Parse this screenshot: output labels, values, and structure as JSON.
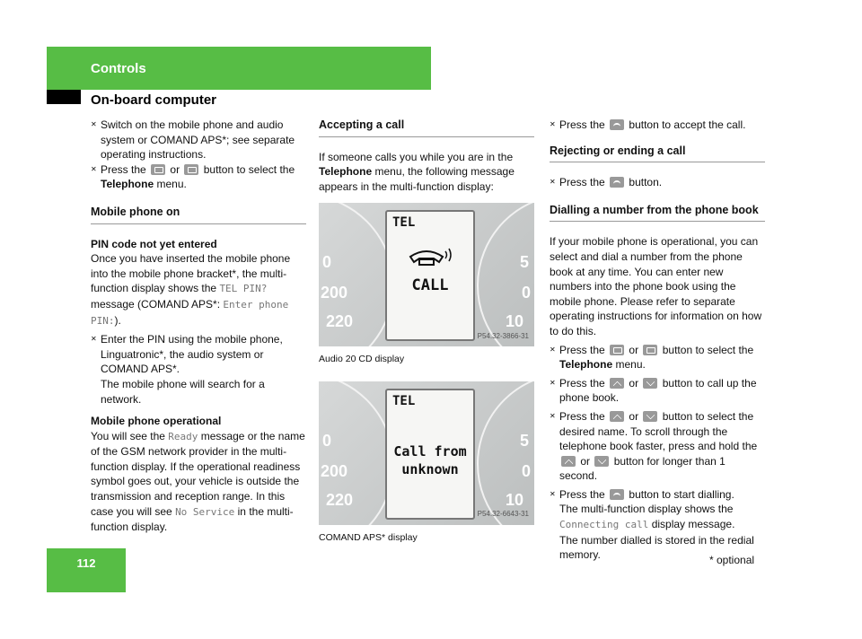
{
  "header": {
    "section": "Controls",
    "page_title": "On-board computer"
  },
  "footer": {
    "page_number": "112",
    "footnote": "* optional"
  },
  "col1": {
    "b1": "Switch on the mobile phone and audio system or COMAND APS*; see separate operating instructions.",
    "b2_pre": "Press the",
    "b2_or": "or",
    "b2_post": "button to select the",
    "b2_bold": "Telephone",
    "b2_end": "menu.",
    "h_mobile": "Mobile phone on",
    "s_pin": "PIN code not yet entered",
    "p_pin1": "Once you have inserted the mobile phone into the mobile phone bracket*, the multi-function display shows the",
    "p_pin_code": "TEL PIN?",
    "p_pin2": "message (COMAND APS*:",
    "p_pin_code2": "Enter phone PIN:",
    "p_pin3": ").",
    "b3": "Enter the PIN using the mobile phone, Linguatronic*, the audio system or COMAND APS*.",
    "b3_note": "The mobile phone will search for a network.",
    "s_op": "Mobile phone operational",
    "p_op1": "You will see the",
    "p_op_code": "Ready",
    "p_op2": "message or the name of the GSM network provider in the multi-function display. If the operational readiness symbol goes out, your vehicle is outside the transmission and reception range. In this case you will see",
    "p_op_code2": "No Service",
    "p_op3": "in the multi-function display."
  },
  "col2": {
    "h_accept": "Accepting a call",
    "p1": "If someone calls you while you are in the",
    "p1_bold": "Telephone",
    "p1_end": "menu, the following message appears in the multi-function display:",
    "img1": {
      "lcd_title": "TEL",
      "lcd_text": "CALL",
      "code": "P54.32-3866-31",
      "gauge_left": [
        "0",
        "200",
        "220"
      ],
      "gauge_right": [
        "5",
        "0",
        "10"
      ]
    },
    "cap1": "Audio 20 CD display",
    "img2": {
      "lcd_title": "TEL",
      "lcd_line1": "Call from",
      "lcd_line2": "unknown",
      "code": "P54.32-6643-31",
      "gauge_left": [
        "0",
        "200",
        "220"
      ],
      "gauge_right": [
        "5",
        "0",
        "10"
      ]
    },
    "cap2": "COMAND APS* display"
  },
  "col3": {
    "b1_pre": "Press the",
    "b1_post": "button to accept the call.",
    "h_reject": "Rejecting or ending a call",
    "b2_pre": "Press the",
    "b2_post": "button.",
    "h_dial": "Dialling a number from the phone book",
    "p1": "If your mobile phone is operational, you can select and dial a number from the phone book at any time. You can enter new numbers into the phone book using the mobile phone. Please refer to separate operating instructions for information on how to do this.",
    "b3_pre": "Press the",
    "b3_or": "or",
    "b3_post": "button to select the",
    "b3_bold": "Telephone",
    "b3_end": "menu.",
    "b4_pre": "Press the",
    "b4_or": "or",
    "b4_post": "button to call up the phone book.",
    "b5_pre": "Press the",
    "b5_or": "or",
    "b5_post": "button to select the desired name. To scroll through the telephone book faster, press and hold the",
    "b5_or2": "or",
    "b5_end": "button for longer than 1 second.",
    "b6_pre": "Press the",
    "b6_post": "button to start dialling.",
    "b6_note_pre": "The multi-function display shows the",
    "b6_code": "Connecting call",
    "b6_note_post": "display message.",
    "b6_note2": "The number dialled is stored in the redial memory."
  }
}
